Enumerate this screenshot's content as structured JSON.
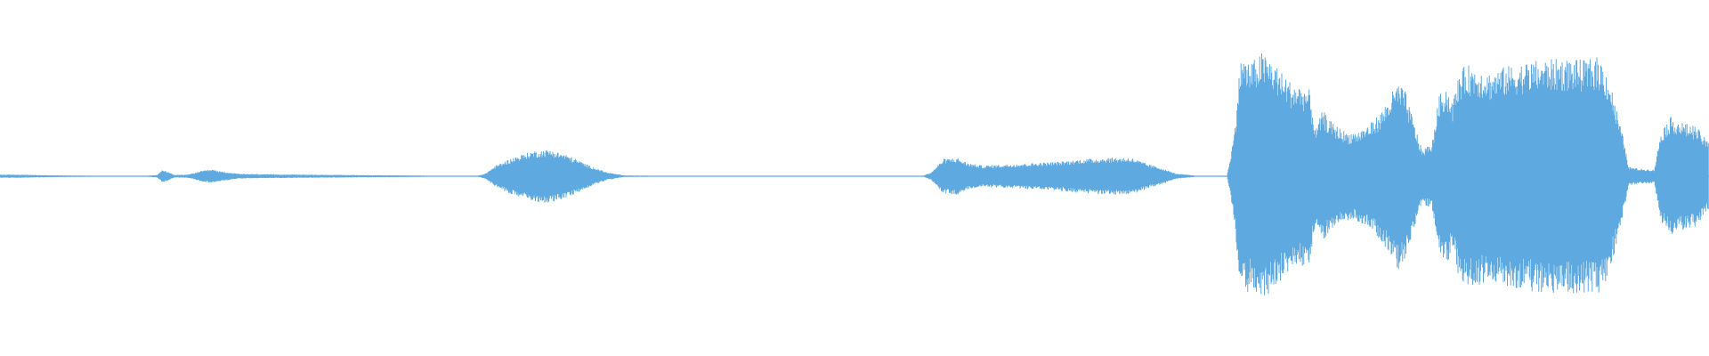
{
  "waveform": {
    "color": "#5DA9E0",
    "background": "#FFFFFF",
    "envelope": [
      [
        0.0,
        0.012
      ],
      [
        0.01,
        0.012
      ],
      [
        0.03,
        0.007
      ],
      [
        0.06,
        0.004
      ],
      [
        0.085,
        0.003
      ],
      [
        0.092,
        0.01
      ],
      [
        0.095,
        0.045
      ],
      [
        0.098,
        0.035
      ],
      [
        0.102,
        0.01
      ],
      [
        0.11,
        0.012
      ],
      [
        0.118,
        0.04
      ],
      [
        0.124,
        0.05
      ],
      [
        0.13,
        0.035
      ],
      [
        0.14,
        0.018
      ],
      [
        0.16,
        0.014
      ],
      [
        0.18,
        0.012
      ],
      [
        0.22,
        0.008
      ],
      [
        0.26,
        0.004
      ],
      [
        0.28,
        0.005
      ],
      [
        0.284,
        0.02
      ],
      [
        0.29,
        0.08
      ],
      [
        0.3,
        0.14
      ],
      [
        0.312,
        0.19
      ],
      [
        0.322,
        0.2
      ],
      [
        0.332,
        0.16
      ],
      [
        0.345,
        0.08
      ],
      [
        0.355,
        0.03
      ],
      [
        0.365,
        0.006
      ],
      [
        0.4,
        0.003
      ],
      [
        0.46,
        0.003
      ],
      [
        0.54,
        0.003
      ],
      [
        0.545,
        0.03
      ],
      [
        0.552,
        0.13
      ],
      [
        0.56,
        0.14
      ],
      [
        0.566,
        0.1
      ],
      [
        0.575,
        0.08
      ],
      [
        0.59,
        0.09
      ],
      [
        0.605,
        0.1
      ],
      [
        0.62,
        0.11
      ],
      [
        0.635,
        0.13
      ],
      [
        0.65,
        0.14
      ],
      [
        0.662,
        0.14
      ],
      [
        0.672,
        0.09
      ],
      [
        0.68,
        0.06
      ],
      [
        0.688,
        0.02
      ],
      [
        0.7,
        0.004
      ],
      [
        0.718,
        0.003
      ],
      [
        0.722,
        0.3
      ],
      [
        0.726,
        0.9
      ],
      [
        0.732,
        0.85
      ],
      [
        0.738,
        0.93
      ],
      [
        0.744,
        0.88
      ],
      [
        0.75,
        0.78
      ],
      [
        0.756,
        0.7
      ],
      [
        0.762,
        0.68
      ],
      [
        0.766,
        0.65
      ],
      [
        0.77,
        0.35
      ],
      [
        0.774,
        0.5
      ],
      [
        0.778,
        0.42
      ],
      [
        0.782,
        0.38
      ],
      [
        0.788,
        0.33
      ],
      [
        0.795,
        0.34
      ],
      [
        0.802,
        0.4
      ],
      [
        0.808,
        0.48
      ],
      [
        0.814,
        0.62
      ],
      [
        0.818,
        0.7
      ],
      [
        0.822,
        0.65
      ],
      [
        0.827,
        0.42
      ],
      [
        0.832,
        0.2
      ],
      [
        0.838,
        0.25
      ],
      [
        0.842,
        0.6
      ],
      [
        0.846,
        0.68
      ],
      [
        0.85,
        0.56
      ],
      [
        0.854,
        0.78
      ],
      [
        0.858,
        0.84
      ],
      [
        0.864,
        0.82
      ],
      [
        0.872,
        0.78
      ],
      [
        0.88,
        0.82
      ],
      [
        0.89,
        0.85
      ],
      [
        0.9,
        0.87
      ],
      [
        0.91,
        0.88
      ],
      [
        0.92,
        0.88
      ],
      [
        0.928,
        0.87
      ],
      [
        0.934,
        0.9
      ],
      [
        0.938,
        0.85
      ],
      [
        0.942,
        0.72
      ],
      [
        0.946,
        0.5
      ],
      [
        0.95,
        0.28
      ],
      [
        0.953,
        0.07
      ],
      [
        0.96,
        0.055
      ],
      [
        0.968,
        0.05
      ],
      [
        0.972,
        0.35
      ],
      [
        0.978,
        0.45
      ],
      [
        0.985,
        0.4
      ],
      [
        0.992,
        0.38
      ],
      [
        1.0,
        0.25
      ]
    ]
  }
}
